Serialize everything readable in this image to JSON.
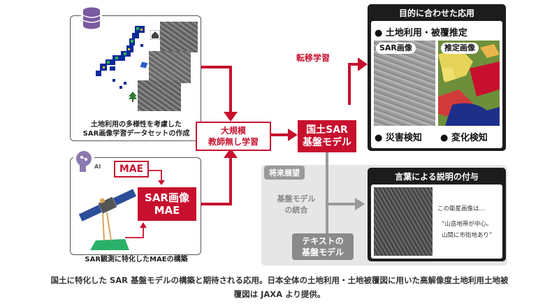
{
  "left_top_caption": [
    "土地利用の多様性を考慮した",
    "SAR画像学習データセットの作成"
  ],
  "left_bottom": {
    "ai_label": "AI",
    "mae_label": "MAE",
    "sar_mae_label": [
      "SAR画像",
      "MAE"
    ],
    "caption": "SAR観測に特化したMAEの構築"
  },
  "center": {
    "pretrain_label": [
      "大規模",
      "教師無し学習"
    ],
    "foundation_label": [
      "国土SAR",
      "基盤モデル"
    ],
    "transfer_label": "転移学習"
  },
  "applications": {
    "title": "目的に合わせた応用",
    "land_use": "土地利用・被覆推定",
    "sar_tag": "SAR画像",
    "estimate_tag": "推定画像",
    "disaster": "災害検知",
    "change": "変化検知"
  },
  "future": {
    "title": "将来展望",
    "integration": [
      "基盤モデル",
      "の統合"
    ],
    "text_model": [
      "テキストの",
      "基盤モデル"
    ],
    "description_title": "言葉による説明の付与",
    "sample_text": [
      "この衛星画像は…",
      "“山岳地帯が中心。",
      "山間に市街地あり”"
    ]
  },
  "footer": [
    "国土に特化した SAR 基盤モデルの構築と期待される応用。日本全体の土地利用・土地被覆図に用いた高解像度土地利用土地被",
    "覆図は JAXA より提供。"
  ],
  "colors": {
    "accent": "#c8102e",
    "future_bg": "#e6e6e6",
    "dark_panel": "#1c1c1c"
  },
  "icons": [
    "database-icon",
    "japan-map-icon",
    "house-icon",
    "water-icon",
    "tree-icon",
    "brain-icon",
    "satellite-icon"
  ]
}
